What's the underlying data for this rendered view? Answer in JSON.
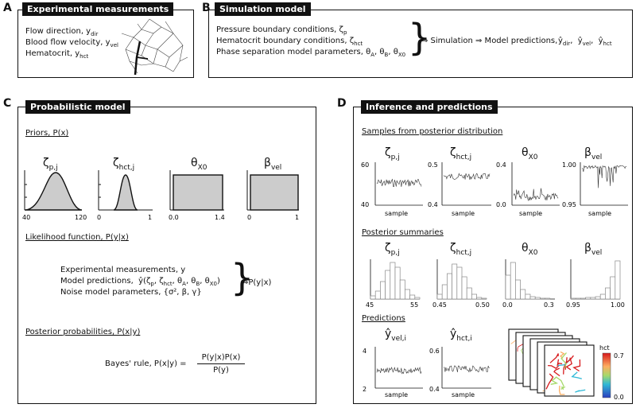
{
  "panels": {
    "A": {
      "letter": "A",
      "title": "Experimental measurements",
      "lines": [
        "Flow direction, y_dir",
        "Blood flow velocity, y_vel",
        "Hematocrit, y_hct"
      ]
    },
    "B": {
      "letter": "B",
      "title": "Simulation model",
      "lines": [
        "Pressure boundary conditions, ζ_p",
        "Hematocrit boundary conditions, ζ_hct",
        "Phase separation model parameters, θ_A, θ_B, θ_X0"
      ],
      "flow": "⇒ Simulation ⇒ Model predictions,",
      "predictions": [
        "ŷ_dir",
        "ŷ_vel",
        "ŷ_hct"
      ]
    },
    "C": {
      "letter": "C",
      "title": "Probabilistic model",
      "priors_label": "Priors, P(x)",
      "prior_names": [
        "ζp,j",
        "ζhct,j",
        "θX0",
        "βvel"
      ],
      "prior_ticks": [
        [
          "40",
          "120"
        ],
        [
          "0",
          "1"
        ],
        [
          "0.0",
          "1.4"
        ],
        [
          "0",
          "1"
        ]
      ],
      "likelihood_label": "Likelihood function, P(y|x)",
      "likelihood_lines": [
        "Experimental measurements, y",
        "Model predictions, ŷ(ζp, ζhct, θA, θB, θX0)",
        "Noise model parameters, {σ², β, γ}"
      ],
      "likelihood_result": "⇒P(y|x)",
      "posterior_label": "Posterior probabilities, P(x|y)",
      "bayes_prefix": "Bayes' rule, P(x|y) =",
      "bayes_num": "P(y|x)P(x)",
      "bayes_den": "P(y)"
    },
    "D": {
      "letter": "D",
      "title": "Inference and predictions",
      "samples_label": "Samples from posterior distribution",
      "sample_names": [
        "ζp,j",
        "ζhct,j",
        "θX0",
        "βvel"
      ],
      "sample_yticks": [
        [
          "60",
          "40"
        ],
        [
          "0.5",
          "0.4"
        ],
        [
          "0.4",
          "0.0"
        ],
        [
          "1.00",
          "0.95"
        ]
      ],
      "sample_xlabel": "sample",
      "summaries_label": "Posterior summaries",
      "summary_ticks": [
        [
          "45",
          "55"
        ],
        [
          "0.45",
          "0.50"
        ],
        [
          "0.0",
          "0.3"
        ],
        [
          "0.95",
          "1.00"
        ]
      ],
      "predictions_label": "Predictions",
      "pred_names": [
        "ŷvel,i",
        "ŷhct,i"
      ],
      "pred_yticks": [
        [
          "4",
          "2"
        ],
        [
          "0.6",
          "0.4"
        ]
      ],
      "colorbar_label": "hct",
      "colorbar_ticks": [
        "0.7",
        "0.0"
      ]
    }
  }
}
